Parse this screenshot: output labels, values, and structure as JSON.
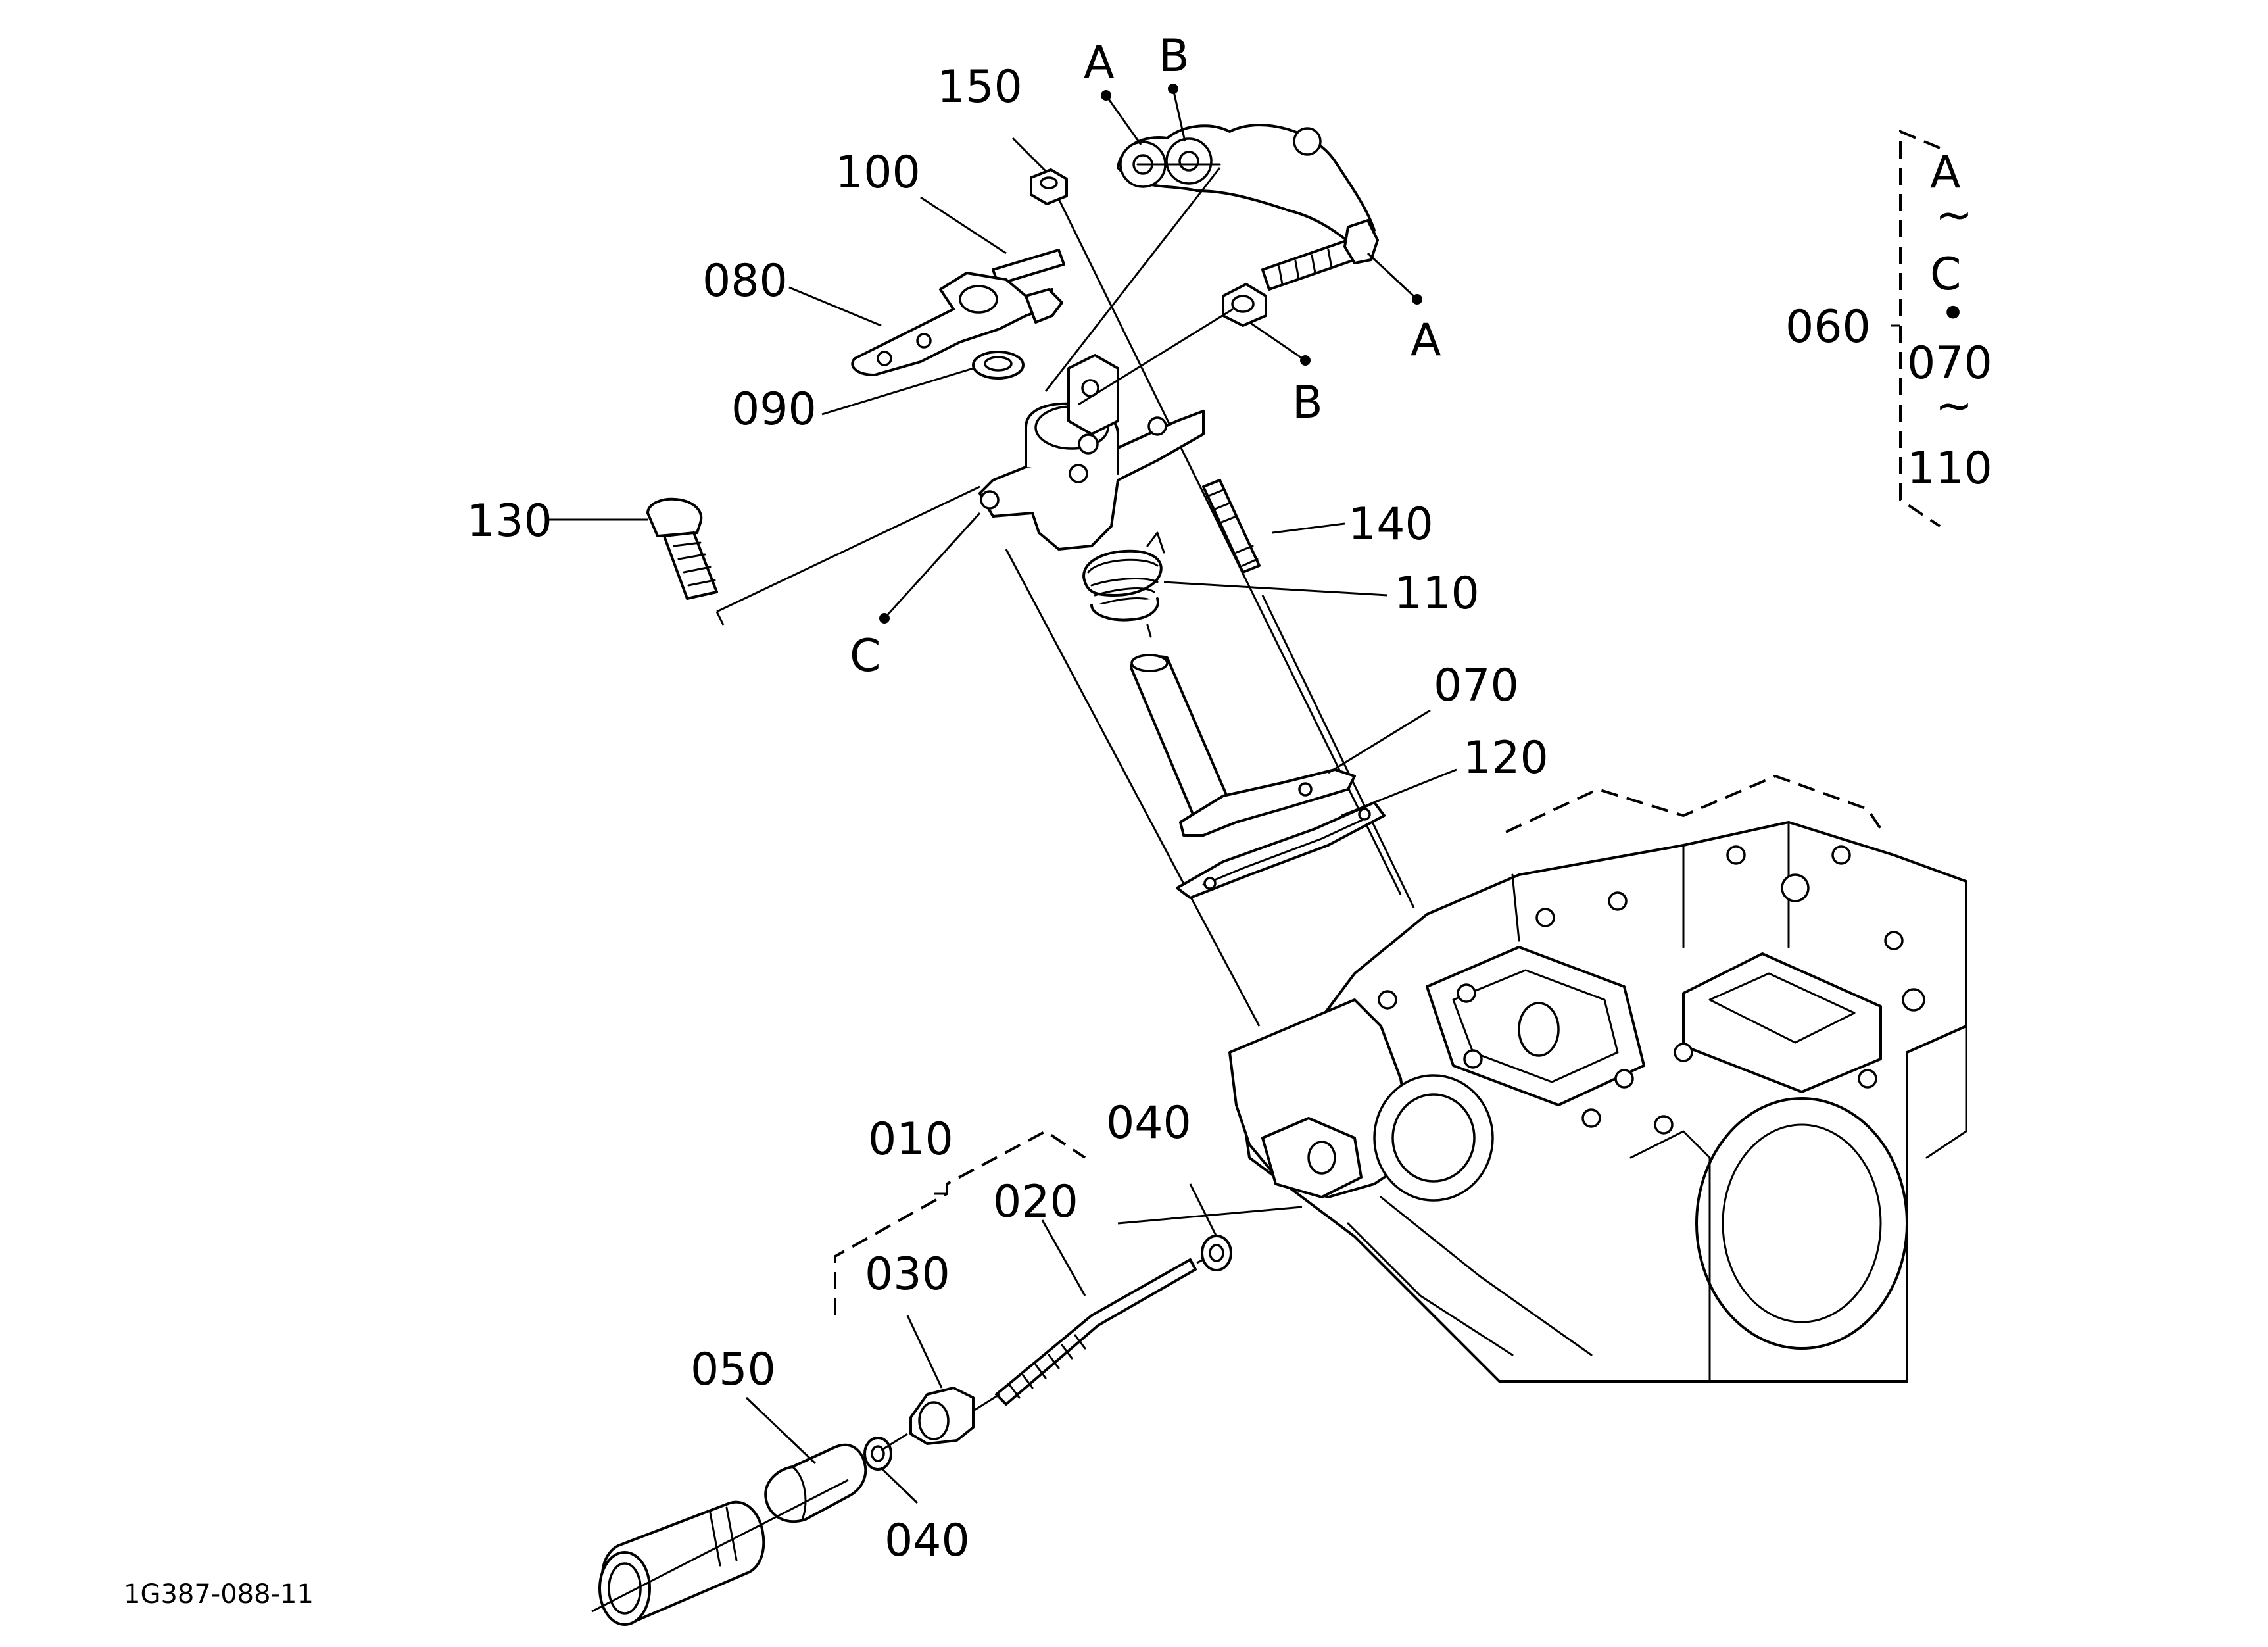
{
  "figure_id": "1G387-088-11",
  "callouts": {
    "p150": "150",
    "p100": "100",
    "p080": "080",
    "p090": "090",
    "p130": "130",
    "p140": "140",
    "p110": "110",
    "p070": "070",
    "p120": "120",
    "p010": "010",
    "p020": "020",
    "p030": "030",
    "p040_top": "040",
    "p040_bottom": "040",
    "p050": "050",
    "p060": "060"
  },
  "markers": {
    "a_top": "A",
    "b_top": "B",
    "a_right": "A",
    "b_right": "B",
    "c_left": "C"
  },
  "group_060": {
    "line1": "A",
    "line2": "~",
    "line3": "C",
    "line4": "•",
    "line5": "070",
    "line6": "~",
    "line7": "110"
  }
}
